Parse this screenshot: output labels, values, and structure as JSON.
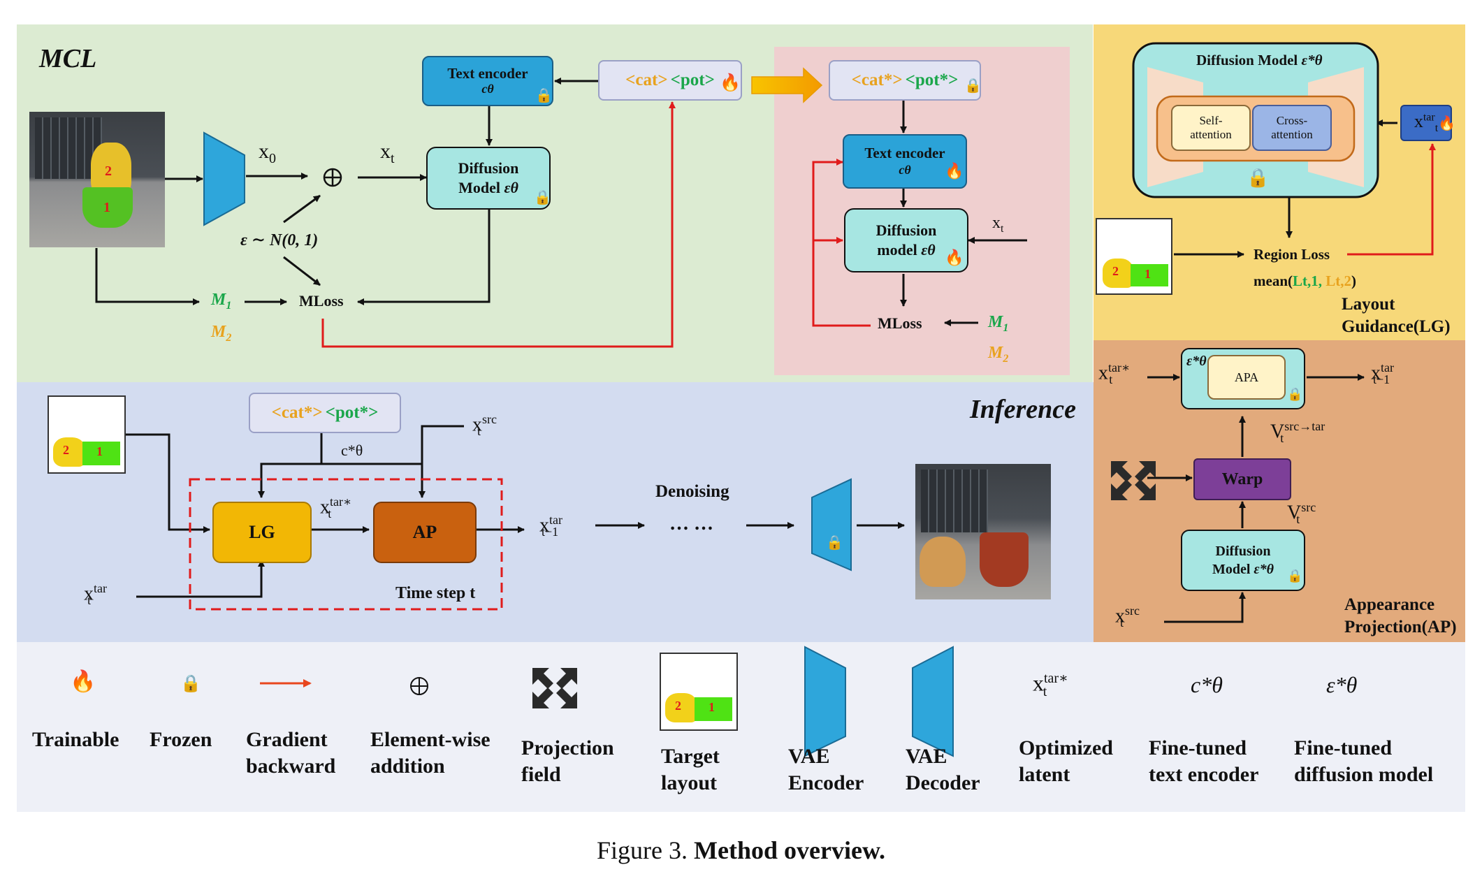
{
  "panels": {
    "mcl_title": "MCL",
    "inference_title": "Inference",
    "lg_title_line1": "Layout",
    "lg_title_line2": "Guidance(LG)",
    "ap_title_line1": "Appearance",
    "ap_title_line2": "Projection(AP)"
  },
  "mcl": {
    "text_encoder": "Text encoder",
    "c_theta": "cθ",
    "diffusion_model_line1": "Diffusion",
    "diffusion_model_line2": "Model",
    "eps_theta": "εθ",
    "x0": "x",
    "x0_sub": "0",
    "xt": "x",
    "xt_sub": "t",
    "noise": "ε ∼ N(0, 1)",
    "m1": "M",
    "m1_sub": "1",
    "m2": "M",
    "m2_sub": "2",
    "mloss": "MLoss",
    "token_cat": "<cat>",
    "token_pot": "<pot>"
  },
  "finetune": {
    "token_cat": "<cat*>",
    "token_pot": "<pot*>",
    "text_encoder": "Text encoder",
    "c_theta": "cθ",
    "diffusion_line1": "Diffusion",
    "diffusion_line2": "model",
    "eps_theta": "εθ",
    "xt": "x",
    "xt_sub": "t",
    "mloss": "MLoss",
    "m1": "M",
    "m1_sub": "1",
    "m2": "M",
    "m2_sub": "2"
  },
  "lg": {
    "diffusion_model": "Diffusion Model",
    "eps_star": "ε*θ",
    "self_attention_line1": "Self-",
    "self_attention_line2": "attention",
    "cross_attention_line1": "Cross-",
    "cross_attention_line2": "attention",
    "xt_tar": "x",
    "xt_tar_sup": "tar",
    "xt_tar_sub": "t",
    "region_loss": "Region Loss",
    "mean_prefix": "mean(",
    "mean_l1": "Lt,1,",
    "mean_l2": "Lt,2",
    "mean_suffix": ")"
  },
  "ap": {
    "xt_tar_star": "x",
    "xt_tar_star_sup": "tar∗",
    "xt_tar_star_sub": "t",
    "eps_star": "ε*θ",
    "apa": "APA",
    "out_x": "x",
    "out_sup": "tar",
    "out_sub": "t−1",
    "v_src_tar": "V",
    "v_src_tar_sup": "src→tar",
    "v_src_tar_sub": "t",
    "warp": "Warp",
    "v_src": "V",
    "v_src_sup": "src",
    "v_src_sub": "t",
    "diffusion_line1": "Diffusion",
    "diffusion_line2": "Model",
    "eps_star2": "ε*θ",
    "xt_src": "x",
    "xt_src_sup": "src",
    "xt_src_sub": "t"
  },
  "inference": {
    "token_cat": "<cat*>",
    "token_pot": "<pot*>",
    "c_star": "c*θ",
    "xt_src": "x",
    "xt_src_sup": "src",
    "xt_src_sub": "t",
    "lg": "LG",
    "ap": "AP",
    "xt_tar_star": "x",
    "xt_tar_star_sup": "tar∗",
    "xt_tar_star_sub": "t",
    "out_x": "x",
    "out_sup": "tar",
    "out_sub": "t−1",
    "denoising": "Denoising",
    "dots": "… …",
    "xt_tar": "x",
    "xt_tar_sup": "tar",
    "xt_tar_sub": "t",
    "time_step": "Time step t"
  },
  "layout_labels": {
    "one": "1",
    "two": "2"
  },
  "legend": {
    "trainable": "Trainable",
    "frozen": "Frozen",
    "gradient_line1": "Gradient",
    "gradient_line2": "backward",
    "addition_line1": "Element-wise",
    "addition_line2": "addition",
    "projection_line1": "Projection",
    "projection_line2": "field",
    "target_line1": "Target",
    "target_line2": "layout",
    "vae_enc_line1": "VAE",
    "vae_enc_line2": "Encoder",
    "vae_dec_line1": "VAE",
    "vae_dec_line2": "Decoder",
    "optimized_line1": "Optimized",
    "optimized_line2": "latent",
    "ft_text_line1": "Fine-tuned",
    "ft_text_line2": "text encoder",
    "ft_diff_line1": "Fine-tuned",
    "ft_diff_line2": "diffusion model",
    "sym_x": "x",
    "sym_x_sup": "tar∗",
    "sym_x_sub": "t",
    "sym_c": "c*θ",
    "sym_eps": "ε*θ"
  },
  "caption": {
    "prefix": "Figure 3.",
    "bold": "Method overview."
  },
  "colors": {
    "mcl_bg": "#dcebd2",
    "finetune_bg": "#efcfcf",
    "lg_bg": "#f7d879",
    "ap_bg": "#e2aa7c",
    "inference_bg": "#d3dcf0",
    "legend_bg": "#eef0f7",
    "text_encoder": "#2ba3d8",
    "diffusion": "#a7e6e2",
    "lg_box": "#f2b705",
    "ap_box": "#c9610f",
    "warp": "#7d3f98",
    "gradient": "#e01b1b",
    "token_orange": "#e8a21e",
    "token_green": "#1aa64a"
  },
  "icons": [
    "flame-icon",
    "lock-icon",
    "red-arrow-icon",
    "circled-plus-icon",
    "projection-field-icon",
    "vae-encoder-icon",
    "vae-decoder-icon"
  ]
}
